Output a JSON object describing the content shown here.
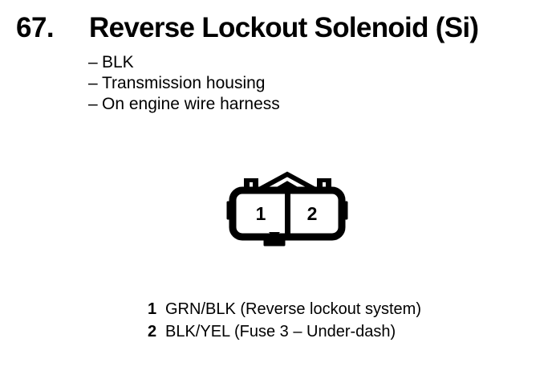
{
  "header": {
    "number": "67.",
    "title": "Reverse Lockout Solenoid (Si)"
  },
  "spec_list": {
    "dash": "–",
    "items": [
      {
        "text": "BLK"
      },
      {
        "text": "Transmission housing"
      },
      {
        "text": "On engine wire harness"
      }
    ]
  },
  "connector": {
    "type": "2-pin connector",
    "cavities": [
      {
        "label": "1"
      },
      {
        "label": "2"
      }
    ],
    "line_color": "#000000",
    "fill_color": "#ffffff"
  },
  "pin_legend": [
    {
      "num": "1",
      "desc": "GRN/BLK (Reverse lockout system)"
    },
    {
      "num": "2",
      "desc": "BLK/YEL (Fuse 3 – Under-dash)"
    }
  ]
}
